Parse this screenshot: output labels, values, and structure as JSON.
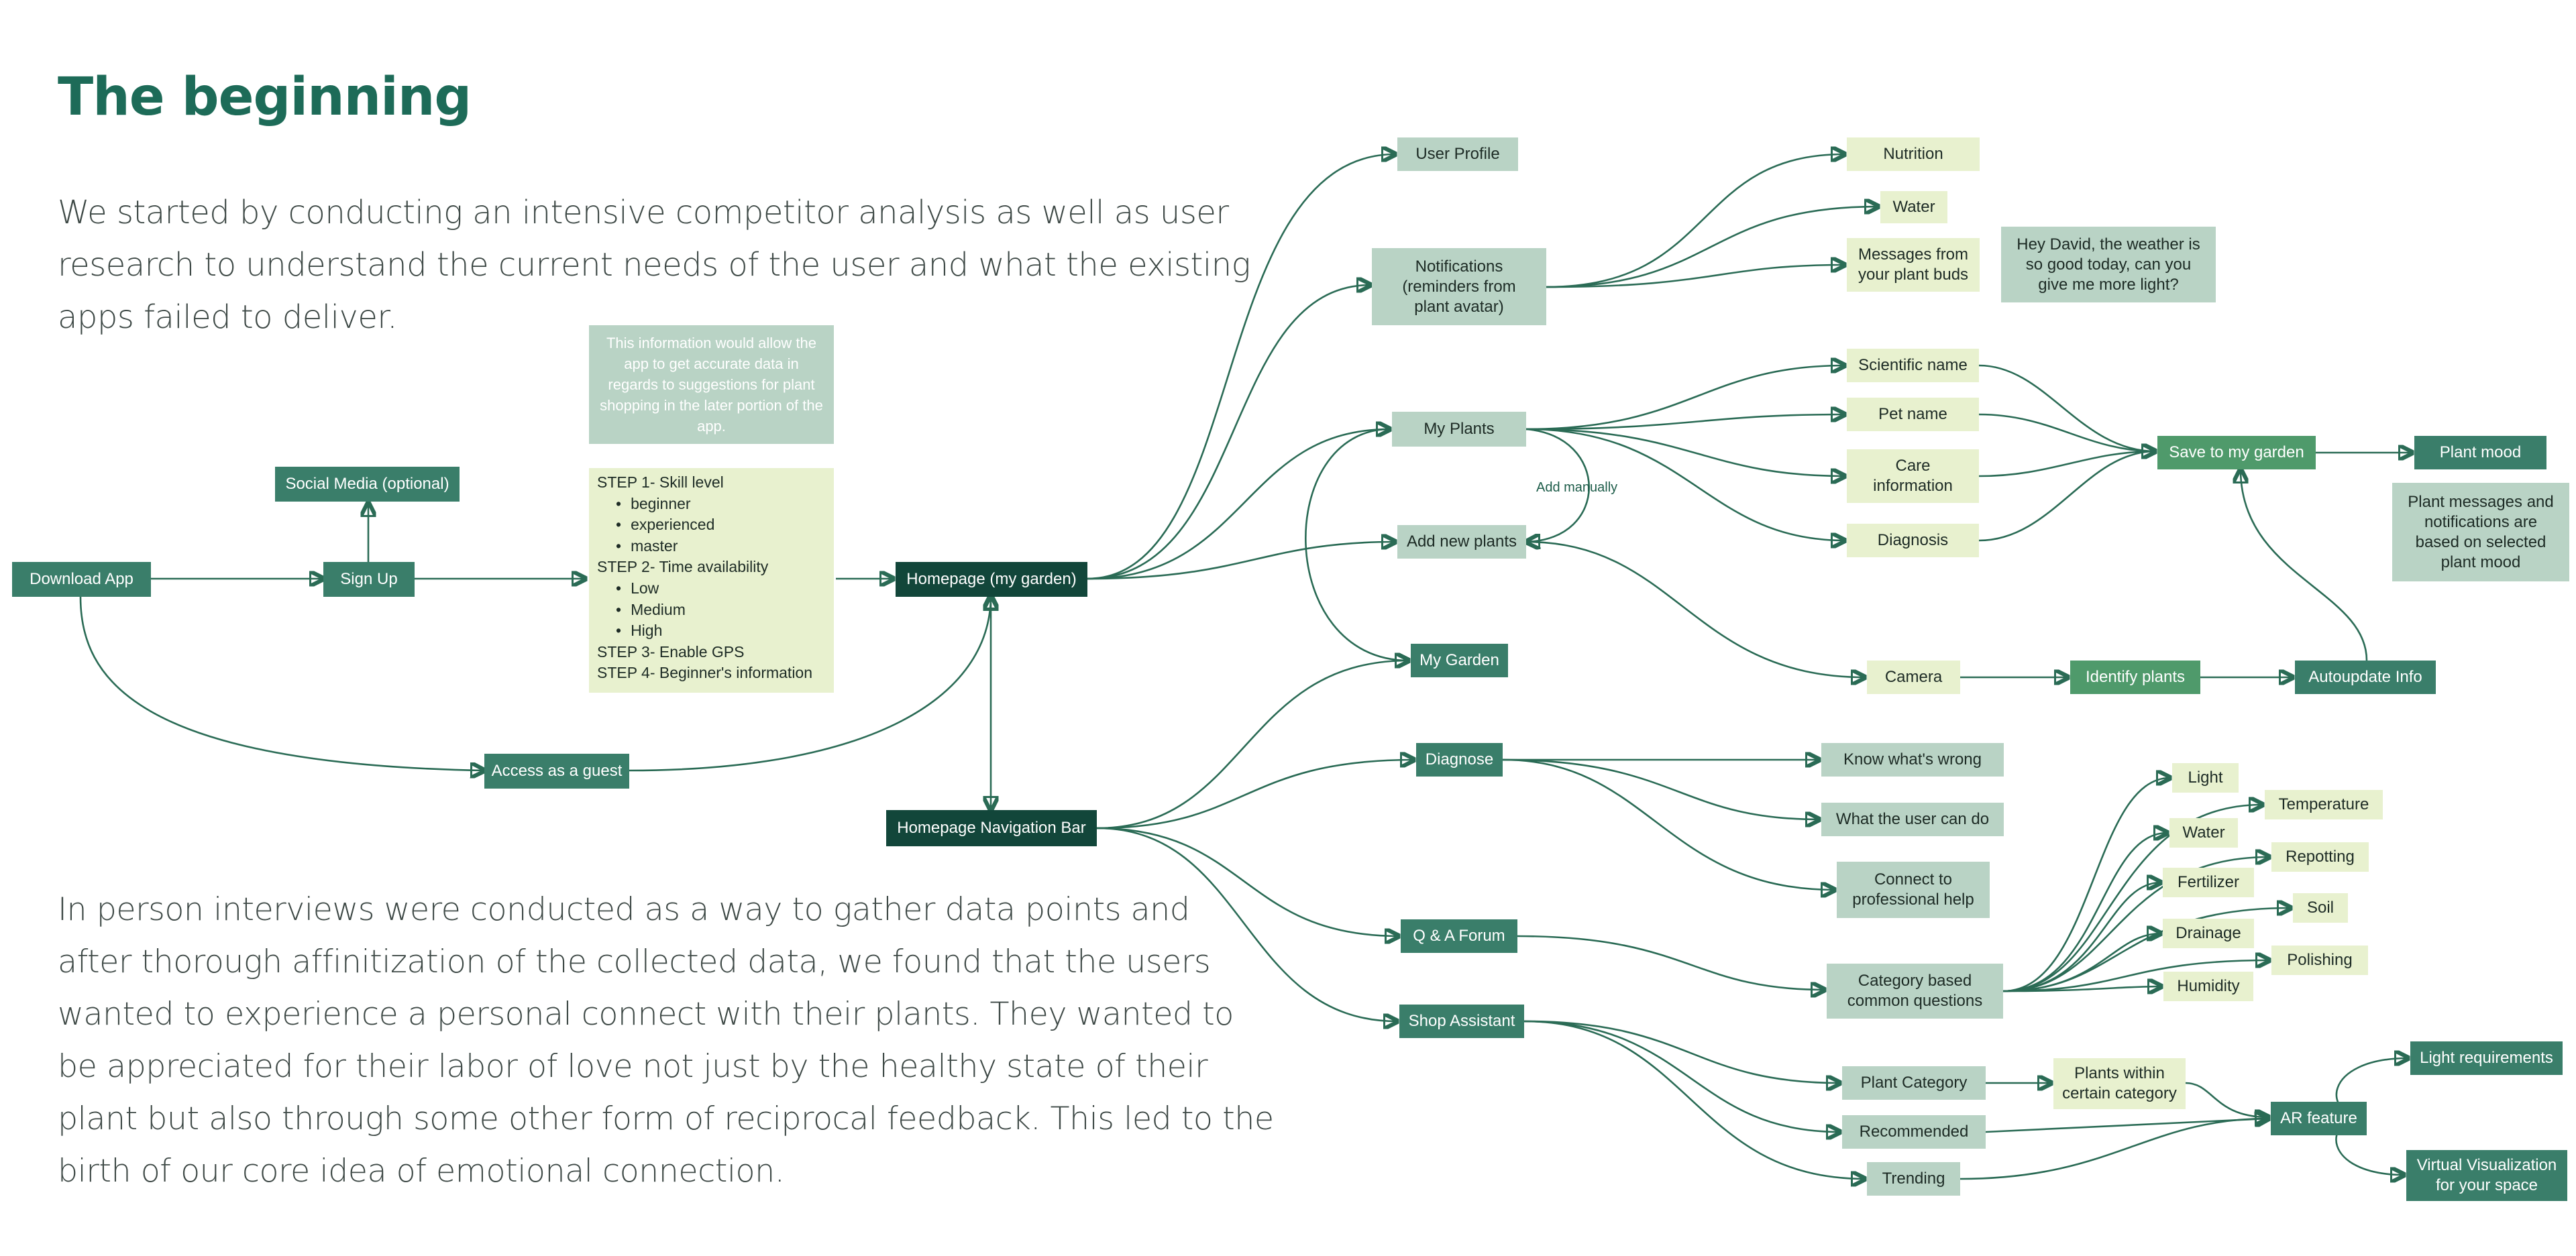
{
  "title": "The beginning",
  "intro_lines": [
    "We started by conducting an intensive competitor analysis as well as user",
    "research to understand the current needs of the user and what the existing",
    "apps failed to deliver."
  ],
  "finding_lines": [
    "In person interviews were conducted as a way to gather data points and",
    "after thorough affinitization of the collected data, we found that the users",
    "wanted to experience a personal connect with their plants. They wanted to",
    "be appreciated for their labor of love not just by the healthy state of their",
    "plant but also through some other form of reciprocal feedback. This led to the",
    "birth of our core idea of emotional connection."
  ],
  "flow": {
    "download_app": "Download App",
    "sign_up": "Sign Up",
    "social_media": "Social Media (optional)",
    "guest": "Access as a guest",
    "info_note": "This information would allow the app to get accurate data in regards to suggestions for plant shopping in the later portion of the app.",
    "onboarding": {
      "step1": "STEP 1- Skill level",
      "skill_options": [
        "beginner",
        "experienced",
        "master"
      ],
      "step2": "STEP 2- Time availability",
      "time_options": [
        "Low",
        "Medium",
        "High"
      ],
      "step3": "STEP 3- Enable GPS",
      "step4": "STEP 4- Beginner's information"
    },
    "homepage": "Homepage (my garden)",
    "nav_bar": "Homepage Navigation Bar",
    "user_profile": "User Profile",
    "notifications": "Notifications (reminders from plant avatar)",
    "nutrition": "Nutrition",
    "water": "Water",
    "messages": "Messages from your plant buds",
    "message_example": "Hey David, the weather is so good today, can you give me more light?",
    "my_plants": "My Plants",
    "add_new_plants": "Add new plants",
    "add_manually": "Add manually",
    "my_garden": "My Garden",
    "scientific_name": "Scientific name",
    "pet_name": "Pet name",
    "care_information": "Care information",
    "diagnosis": "Diagnosis",
    "save_to_garden": "Save to my garden",
    "plant_mood": "Plant mood",
    "mood_note": "Plant messages and notifications are based on selected plant mood",
    "camera": "Camera",
    "identify_plants": "Identify plants",
    "autoupdate": "Autoupdate Info",
    "diagnose": "Diagnose",
    "know_wrong": "Know what's wrong",
    "user_can_do": "What the user can do",
    "connect_help": "Connect to professional help",
    "qa_forum": "Q & A Forum",
    "category_questions": "Category based common questions",
    "q_light": "Light",
    "q_temperature": "Temperature",
    "q_water": "Water",
    "q_repotting": "Repotting",
    "q_fertilizer": "Fertilizer",
    "q_soil": "Soil",
    "q_drainage": "Drainage",
    "q_polishing": "Polishing",
    "q_humidity": "Humidity",
    "shop_assistant": "Shop Assistant",
    "plant_category": "Plant Category",
    "plants_within": "Plants within certain category",
    "recommended": "Recommended",
    "trending": "Trending",
    "ar_feature": "AR feature",
    "light_req": "Light requirements",
    "virtual_viz": "Virtual Visualization for your space"
  },
  "colors": {
    "title": "#1d6b58",
    "dark_node": "#12463a",
    "green_node": "#3c8c64",
    "light_node": "#b9d3c5",
    "pale_node": "#e8f1cf",
    "connector": "#2a6b55"
  }
}
